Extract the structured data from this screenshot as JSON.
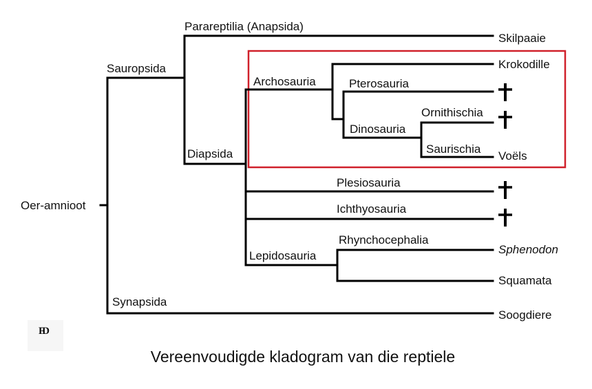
{
  "root": "Oer-amnioot",
  "clades": {
    "sauropsida": "Sauropsida",
    "parareptilia": "Parareptilia (Anapsida)",
    "diapsida": "Diapsida",
    "archosauria": "Archosauria",
    "pterosauria": "Pterosauria",
    "dinosauria": "Dinosauria",
    "ornithischia": "Ornithischia",
    "saurischia": "Saurischia",
    "plesiosauria": "Plesiosauria",
    "ichthyosauria": "Ichthyosauria",
    "lepidosauria": "Lepidosauria",
    "rhynchocephalia": "Rhynchocephalia",
    "synapsida": "Synapsida"
  },
  "leaves": {
    "skilpaaie": "Skilpaaie",
    "krokodille": "Krokodille",
    "voels": "Voëls",
    "sphenodon": "Sphenodon",
    "squamata": "Squamata",
    "soogdiere": "Soogdiere"
  },
  "extinct_marker": "dagger-icon",
  "highlight_color": "#d0202a",
  "signature": "FD",
  "caption": "Vereenvoudigde kladogram van die reptiele"
}
